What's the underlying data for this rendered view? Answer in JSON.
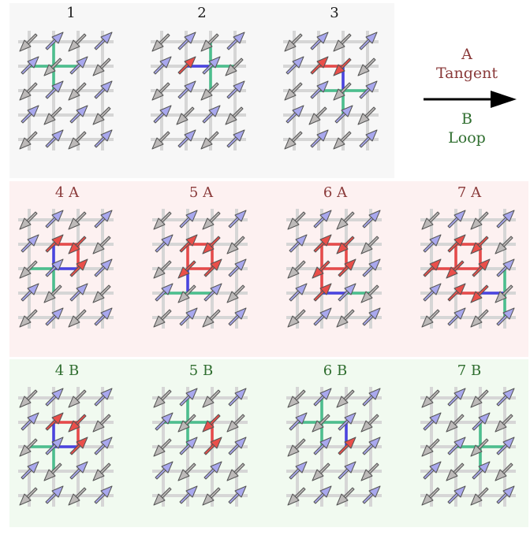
{
  "colors": {
    "row1_bg": "#f7f7f7",
    "row2_bg": "#fdf1f1",
    "row3_bg": "#f1faf0",
    "label_dark": "#1a1a1a",
    "label_a": "#8a3a3a",
    "label_b": "#2f6e2f",
    "grid": "#d6d6d6",
    "arrow_gray": "#bdbab9",
    "arrow_blue": "#a9a8ee",
    "arrow_red": "#ea4f4a",
    "bond_green": "#4cbf8e",
    "bond_blue": "#4a44e0",
    "bond_red": "#e74a4a"
  },
  "legend": {
    "a_letter": "A",
    "a_word": "Tangent",
    "b_letter": "B",
    "b_word": "Loop"
  },
  "panels": [
    {
      "label": "1",
      "row": 1
    },
    {
      "label": "2",
      "row": 1
    },
    {
      "label": "3",
      "row": 1
    },
    {
      "label": "4 A",
      "row": 2
    },
    {
      "label": "5 A",
      "row": 2
    },
    {
      "label": "6 A",
      "row": 2
    },
    {
      "label": "7 A",
      "row": 2
    },
    {
      "label": "4 B",
      "row": 3
    },
    {
      "label": "5 B",
      "row": 3
    },
    {
      "label": "6 B",
      "row": 3
    },
    {
      "label": "7 B",
      "row": 3
    }
  ]
}
